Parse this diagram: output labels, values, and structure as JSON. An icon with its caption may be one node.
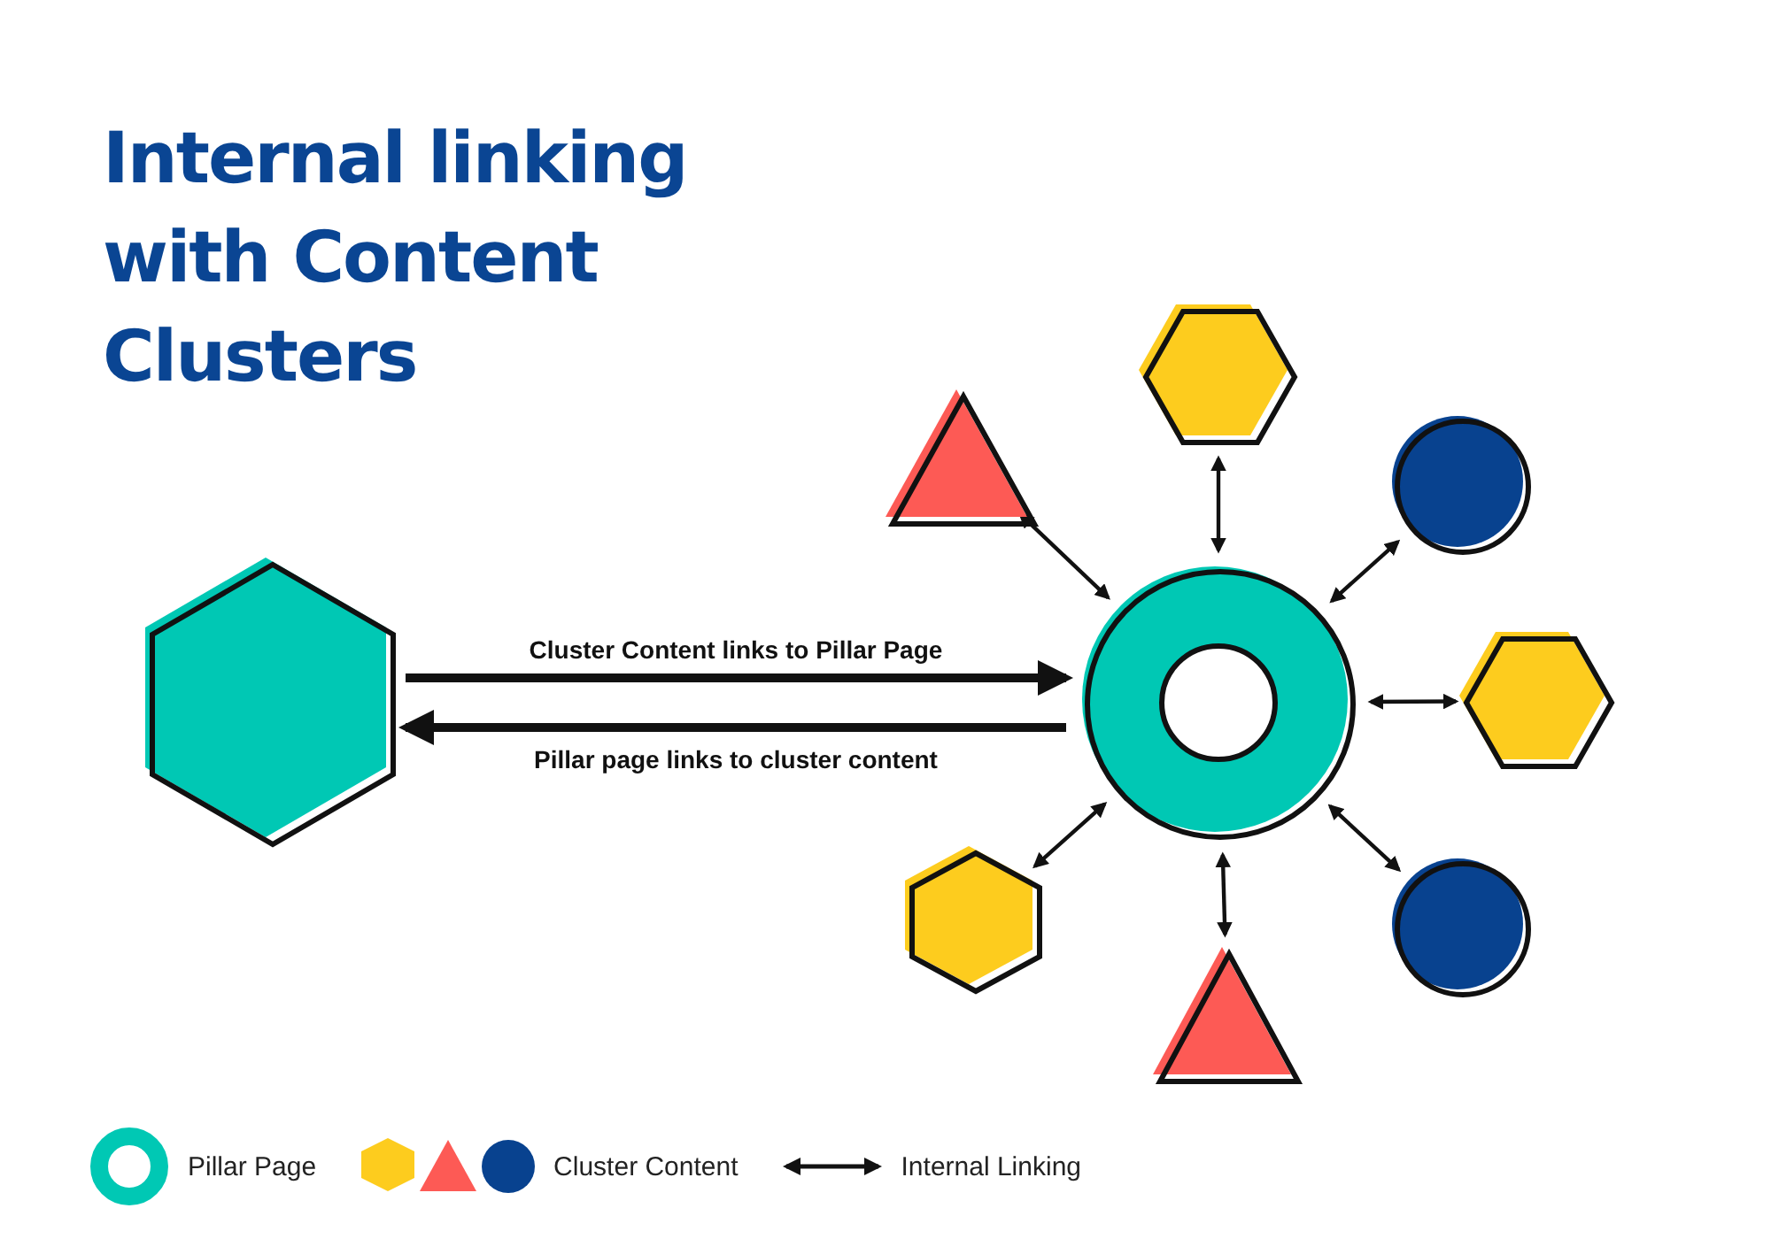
{
  "diagram": {
    "title": "Internal linking with Content Clusters",
    "nodes": [
      {
        "text": [],
        "shape": "hexagon"
      },
      {
        "text": [],
        "shape": "ring"
      },
      {
        "text": [],
        "shape": "hexagon"
      },
      {
        "text": [],
        "shape": "triangle"
      },
      {
        "text": [],
        "shape": "circle"
      },
      {
        "text": [],
        "shape": "hexagon"
      },
      {
        "text": [],
        "shape": "circle"
      },
      {
        "text": [],
        "shape": "triangle"
      },
      {
        "text": [],
        "shape": "hexagon"
      }
    ],
    "edges": [
      {
        "from": 0,
        "to": 1,
        "arrow": "to",
        "label": "Cluster Content links to Pillar Page",
        "style": "thick"
      },
      {
        "from": 1,
        "to": 0,
        "arrow": "to",
        "label": "Pillar page links to cluster content",
        "style": "thick"
      },
      {
        "from": 1,
        "to": 2,
        "arrow": "both"
      },
      {
        "from": 1,
        "to": 3,
        "arrow": "both"
      },
      {
        "from": 1,
        "to": 4,
        "arrow": "both"
      },
      {
        "from": 1,
        "to": 5,
        "arrow": "both"
      },
      {
        "from": 1,
        "to": 6,
        "arrow": "both"
      },
      {
        "from": 1,
        "to": 7,
        "arrow": "both"
      },
      {
        "from": 1,
        "to": 8,
        "arrow": "both"
      }
    ],
    "legend": [
      {
        "text": "Pillar Page"
      },
      {
        "text": "Cluster Content"
      },
      {
        "text": "Internal Linking"
      }
    ]
  }
}
